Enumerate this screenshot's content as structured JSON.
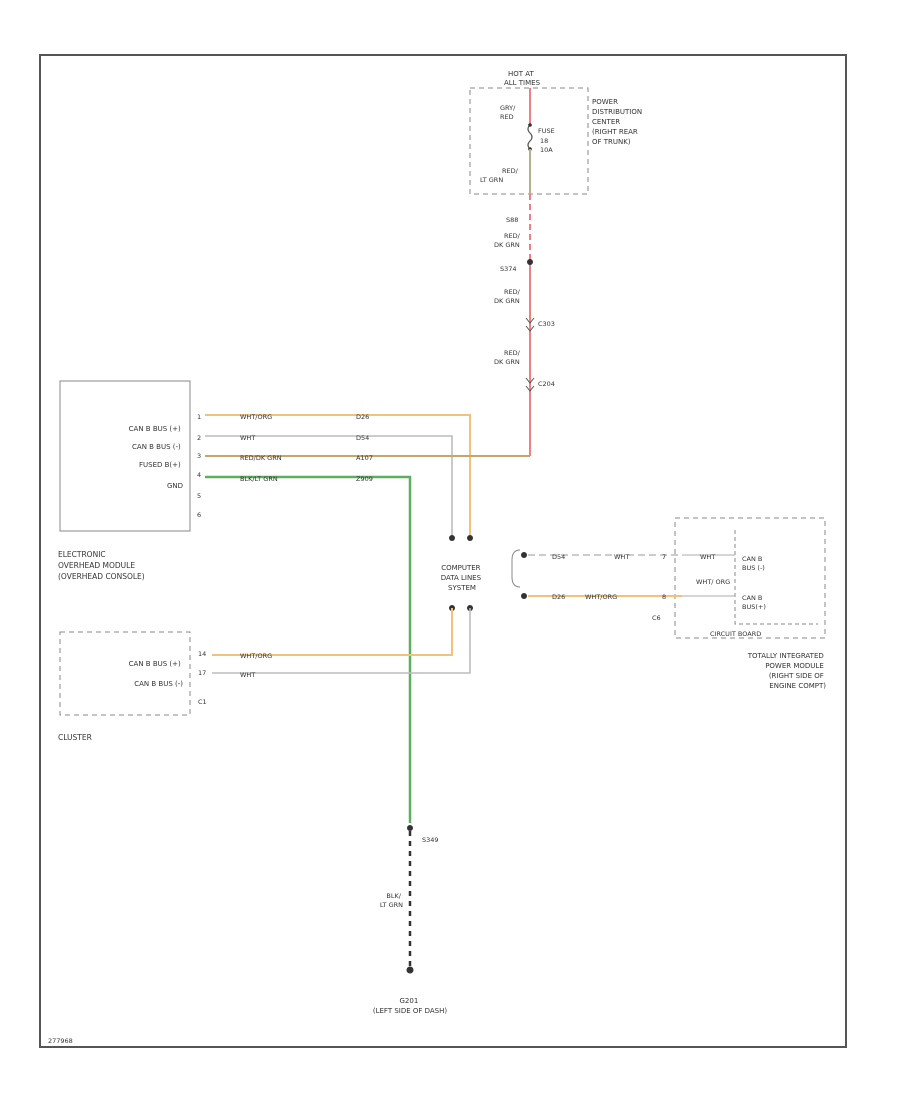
{
  "hot_at": [
    "HOT AT",
    "ALL TIMES"
  ],
  "pdc": {
    "name": [
      "POWER",
      "DISTRIBUTION",
      "CENTER",
      "(RIGHT REAR",
      "OF TRUNK)"
    ],
    "wire_in": [
      "GRY/",
      "RED"
    ],
    "wire_out": [
      "RED/",
      "LT GRN"
    ],
    "fuse": [
      "FUSE",
      "18",
      "10A"
    ]
  },
  "feed": {
    "pin1": "S88",
    "wire1": [
      "RED/",
      "DK GRN"
    ],
    "splice": "S374",
    "wire2": [
      "RED/",
      "DK GRN"
    ],
    "conn1": "C303",
    "wire3": [
      "RED/",
      "DK GRN"
    ],
    "conn2": "C204"
  },
  "evic": {
    "name": [
      "ELECTRONIC",
      "OVERHEAD MODULE",
      "(OVERHEAD CONSOLE)"
    ],
    "pins": [
      {
        "label": "CAN B BUS (+)",
        "pin": "1"
      },
      {
        "label": "CAN B BUS (-)",
        "pin": "2"
      },
      {
        "label": "FUSED B(+)",
        "pin": "3"
      },
      {
        "label": "GND",
        "pin": "4"
      }
    ],
    "extra_pins": [
      "5",
      "6"
    ],
    "wires": [
      {
        "color": "WHT/ORG",
        "circuit": "D26"
      },
      {
        "color": "WHT",
        "circuit": "D54"
      },
      {
        "color": "RED/DK GRN",
        "circuit": "A107"
      },
      {
        "color": "BLK/LT GRN",
        "circuit": "Z909"
      }
    ]
  },
  "cds": {
    "name": [
      "COMPUTER",
      "DATA LINES",
      "SYSTEM"
    ]
  },
  "cluster": {
    "name": "CLUSTER",
    "connector": "C1",
    "pins": [
      {
        "label": "CAN B BUS (+)",
        "pin": "14",
        "color": "WHT/ORG"
      },
      {
        "label": "CAN B BUS (-)",
        "pin": "17",
        "color": "WHT"
      }
    ]
  },
  "tipm": {
    "name": [
      "TOTALLY INTEGRATED",
      "POWER MODULE",
      "(RIGHT SIDE OF",
      "ENGINE COMPT)"
    ],
    "connector": "C6",
    "circuit_board": "CIRCUIT BOARD",
    "pins": [
      {
        "circuit": "D54",
        "color": "WHT",
        "pin": "7",
        "inner_color": "WHT",
        "label": [
          "CAN B",
          "BUS (-)"
        ]
      },
      {
        "circuit": "D26",
        "color": "WHT/ORG",
        "pin": "8",
        "inner_color": "WHT/ ORG",
        "label": [
          "CAN B",
          "BUS(+)"
        ]
      }
    ]
  },
  "ground": {
    "splice": "S349",
    "wire": [
      "BLK/",
      "LT GRN"
    ],
    "name": "G201",
    "location": "(LEFT SIDE OF DASH)"
  },
  "footer_code": "277968",
  "colors": {
    "red": "#f07f7f",
    "orange": "#f0c27a",
    "grey": "#bcbcbc",
    "green": "#5fae5f",
    "frame": "#555555"
  }
}
